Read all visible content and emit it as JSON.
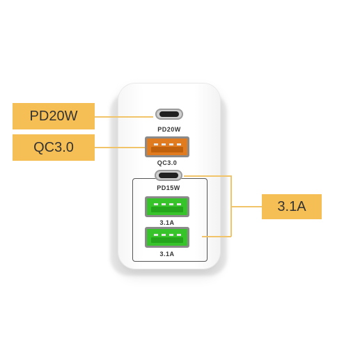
{
  "callouts": {
    "pd20w": "PD20W",
    "qc30": "QC3.0",
    "a31": "3.1A"
  },
  "ports": {
    "top_c_label": "PD20W",
    "qc_label": "QC3.0",
    "mid_c_label": "PD15W",
    "usb_a1_label": "3.1A",
    "usb_a2_label": "3.1A"
  },
  "colors": {
    "callout_fill": "#f6bf56",
    "callout_line": "#f2c46a",
    "qc_port": "#e07b1f",
    "usb_a_green": "#36c42a"
  }
}
